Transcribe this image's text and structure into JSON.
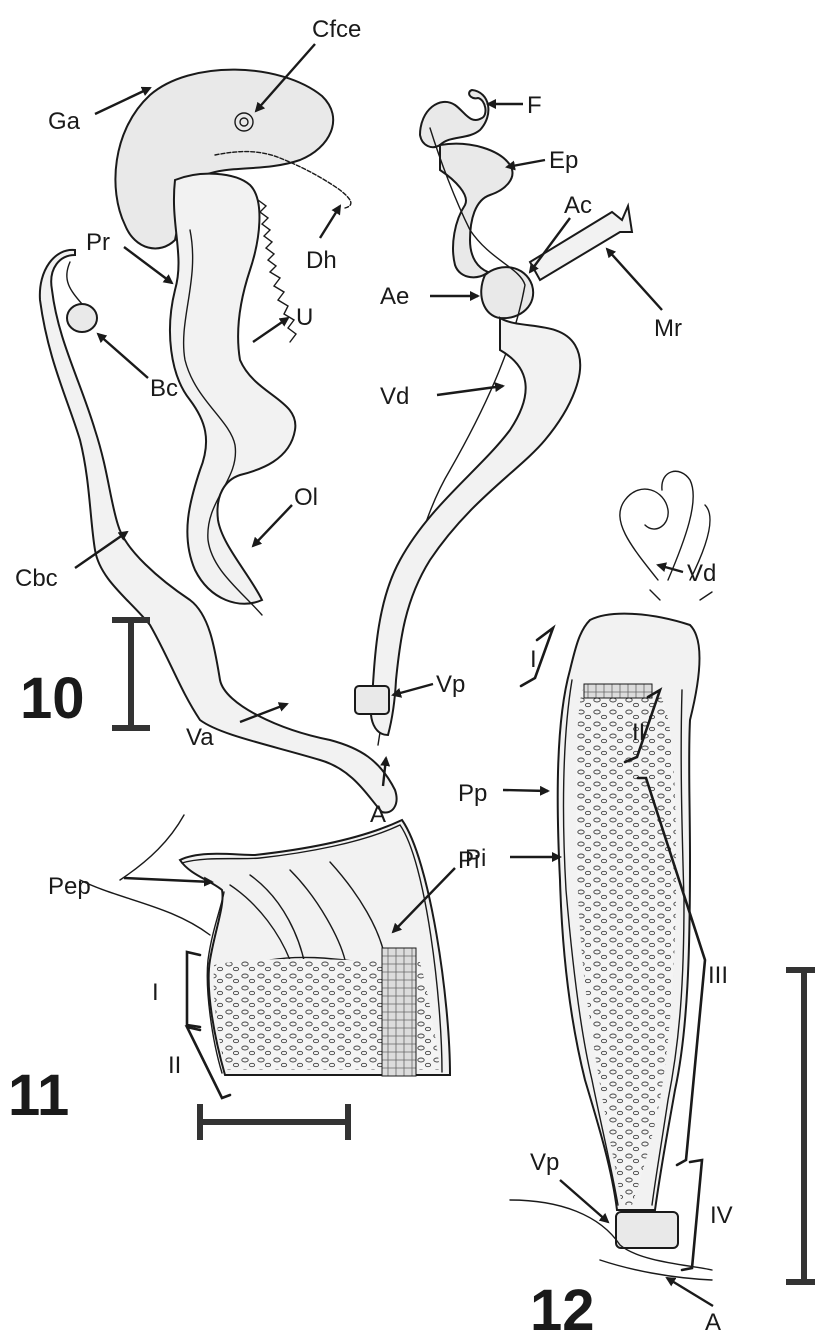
{
  "figures": {
    "fig10": {
      "number": "10",
      "labels": {
        "Ga": "Ga",
        "Cfce": "Cfce",
        "F": "F",
        "Ep": "Ep",
        "Ac": "Ac",
        "Dh": "Dh",
        "Pr": "Pr",
        "Mr": "Mr",
        "Ae": "Ae",
        "U": "U",
        "Bc": "Bc",
        "Vd": "Vd",
        "Ol": "Ol",
        "Cbc": "Cbc",
        "Vp": "Vp",
        "Va": "Va",
        "A": "A"
      }
    },
    "fig11": {
      "number": "11",
      "labels": {
        "Pep": "Pep",
        "Pi": "Pi",
        "I": "I",
        "II": "II"
      }
    },
    "fig12": {
      "number": "12",
      "labels": {
        "Vd": "Vd",
        "I": "I",
        "II": "II",
        "Pp": "Pp",
        "Pi": "Pi",
        "III": "III",
        "Vp": "Vp",
        "IV": "IV",
        "A": "A"
      }
    }
  },
  "style": {
    "ink": "#1a1a1a",
    "fill": "#e9e9e9",
    "scale_bar": "#333333"
  }
}
